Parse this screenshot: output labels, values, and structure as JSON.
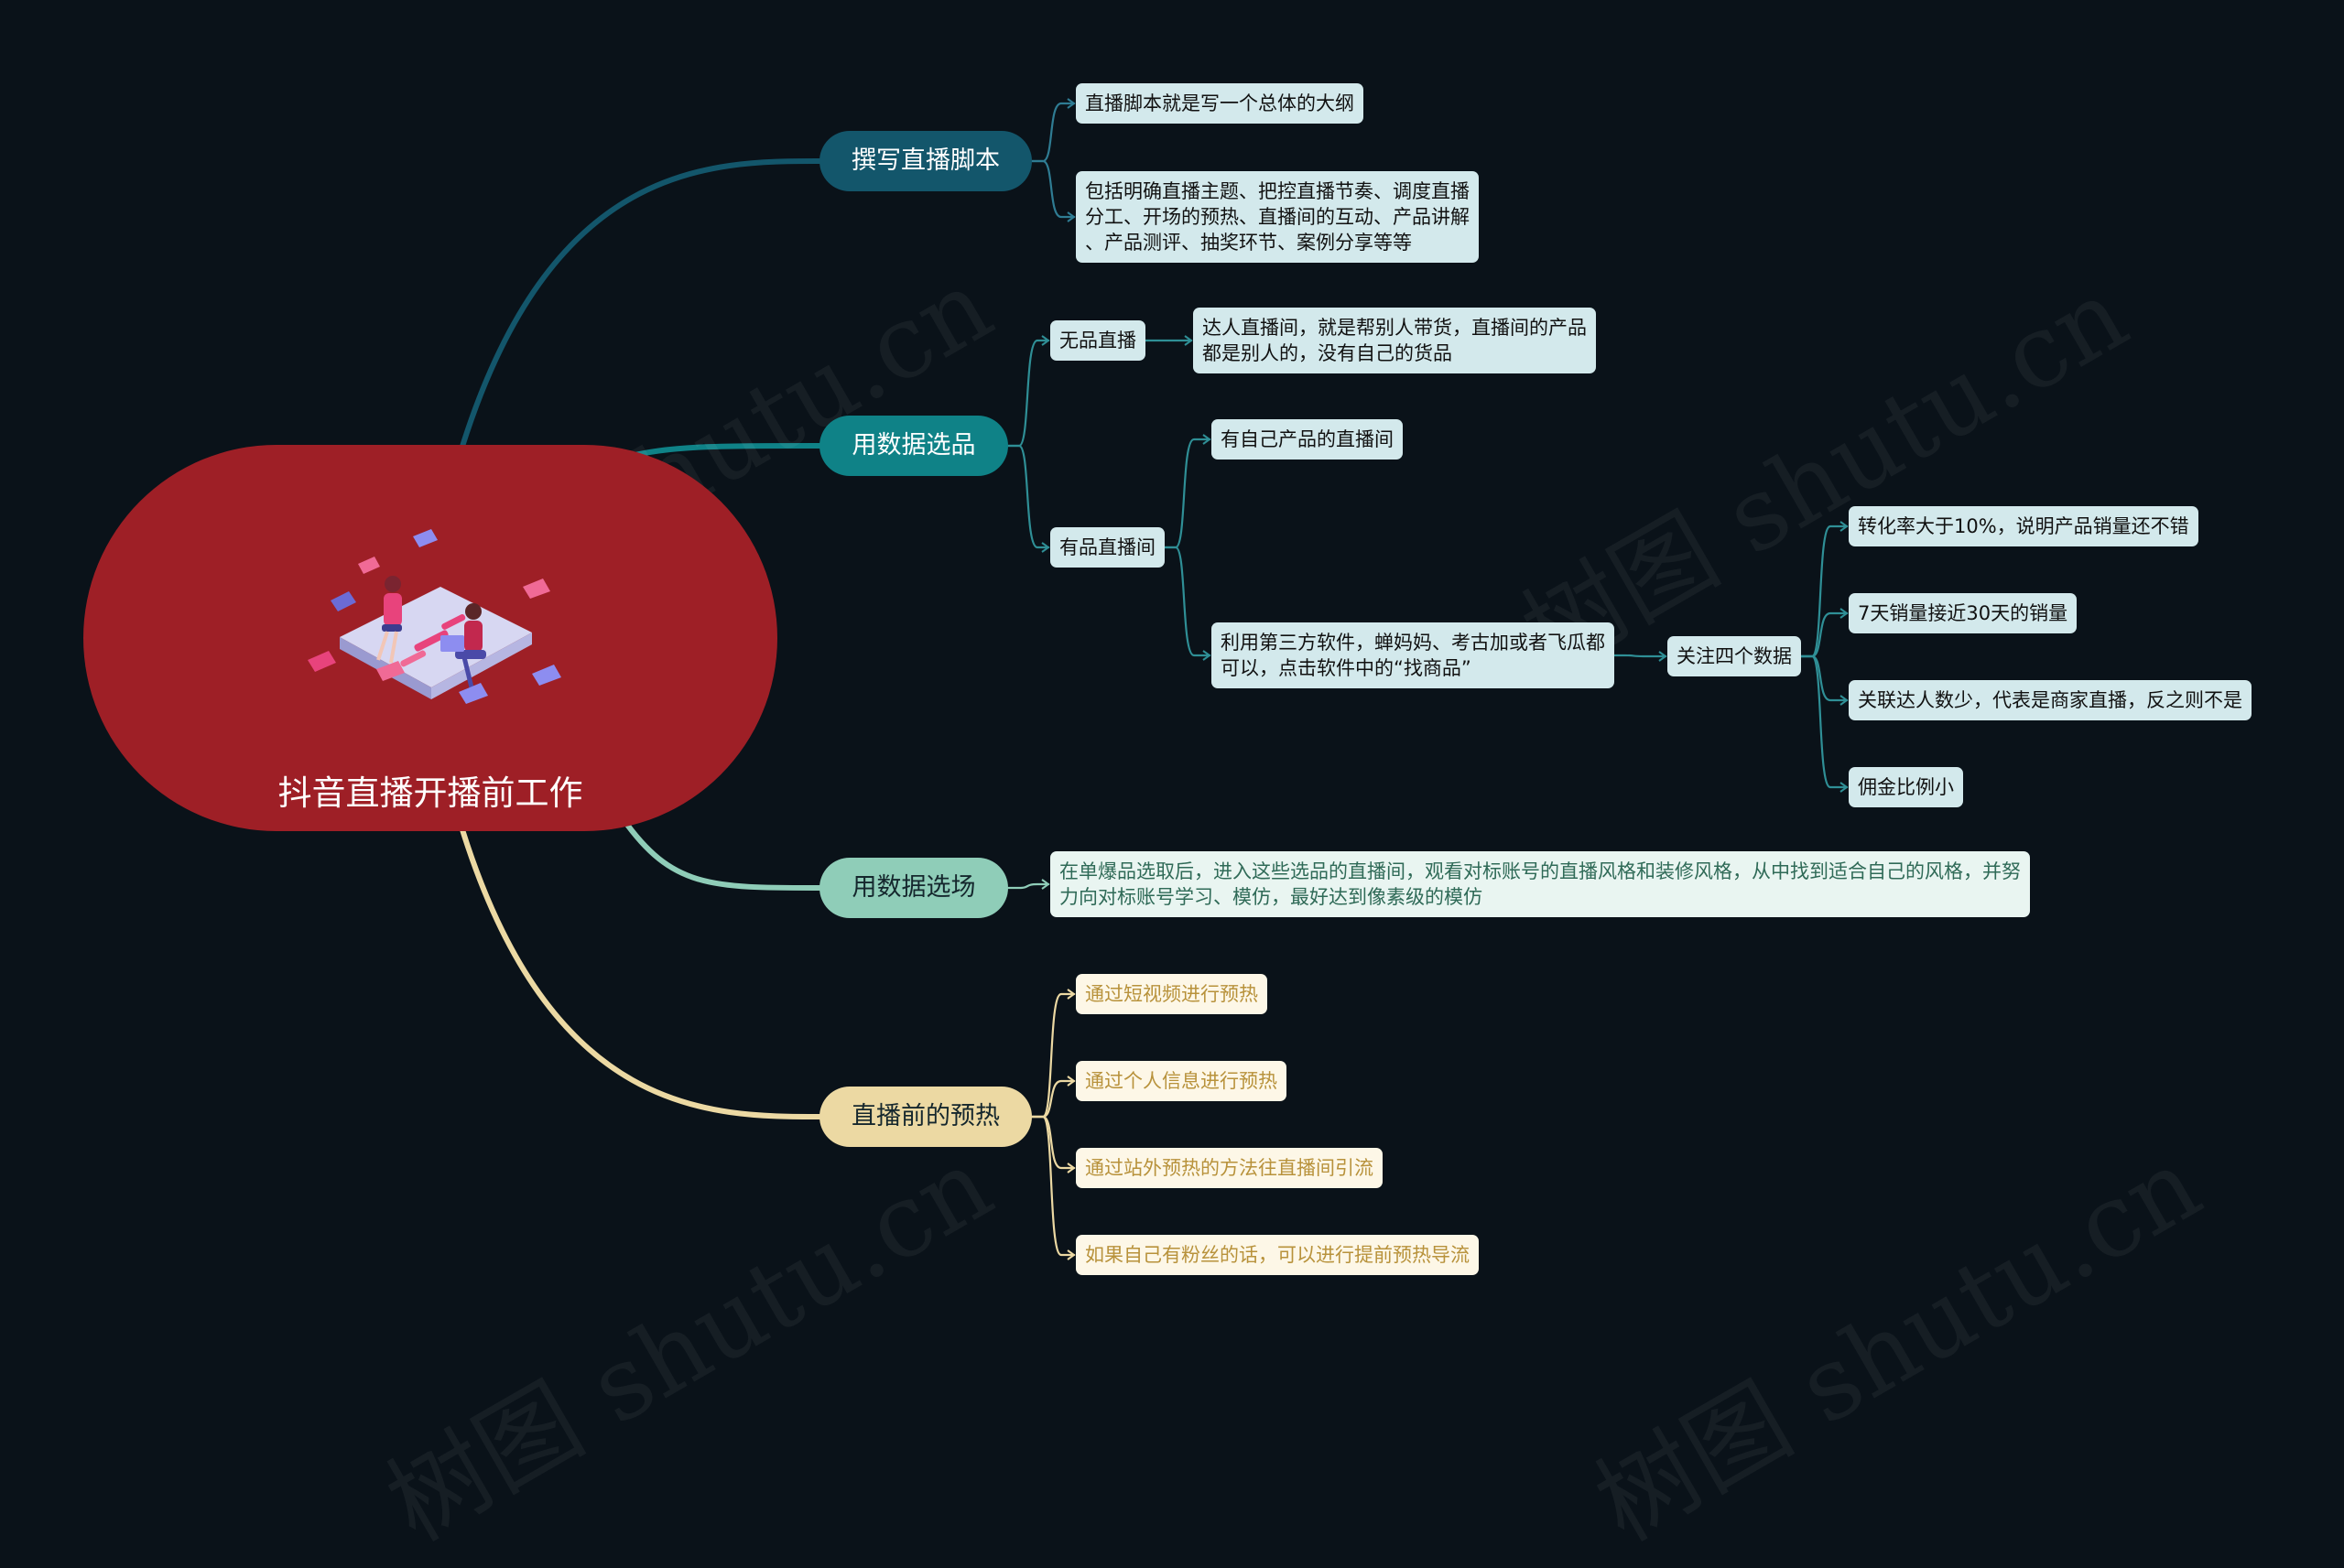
{
  "root": {
    "title": "抖音直播开播前工作"
  },
  "branches": {
    "script": {
      "label": "撰写直播脚本",
      "color": "#13566b",
      "children": [
        "直播脚本就是写一个总体的大纲",
        "包括明确直播主题、把控直播节奏、调度直播\n分工、开场的预热、直播间的互动、产品讲解\n、产品测评、抽奖环节、案例分享等等"
      ]
    },
    "select": {
      "label": "用数据选品",
      "color": "#0f8287",
      "none": {
        "label": "无品直播",
        "child": "达人直播间，就是帮别人带货，直播间的产品\n都是别人的，没有自己的货品"
      },
      "own": {
        "label": "有品直播间",
        "child1": "有自己产品的直播间",
        "child2": "利用第三方软件，蝉妈妈、考古加或者飞瓜都\n可以，点击软件中的“找商品”",
        "data_label": "关注四个数据",
        "data_items": [
          "转化率大于10%，说明产品销量还不错",
          "7天销量接近30天的销量",
          "关联达人数少，代表是商家直播，反之则不是",
          "佣金比例小"
        ]
      }
    },
    "venue": {
      "label": "用数据选场",
      "color": "#8fcdb8",
      "child": "在单爆品选取后，进入这些选品的直播间，观看对标账号的直播风格和装修风格，从中找到适合自己的风格，并努\n力向对标账号学习、模仿，最好达到像素级的模仿"
    },
    "warmup": {
      "label": "直播前的预热",
      "color": "#ecd9a3",
      "children": [
        "通过短视频进行预热",
        "通过个人信息进行预热",
        "通过站外预热的方法往直播间引流",
        "如果自己有粉丝的话，可以进行提前预热导流"
      ]
    }
  },
  "watermark": "树图 shutu.cn"
}
